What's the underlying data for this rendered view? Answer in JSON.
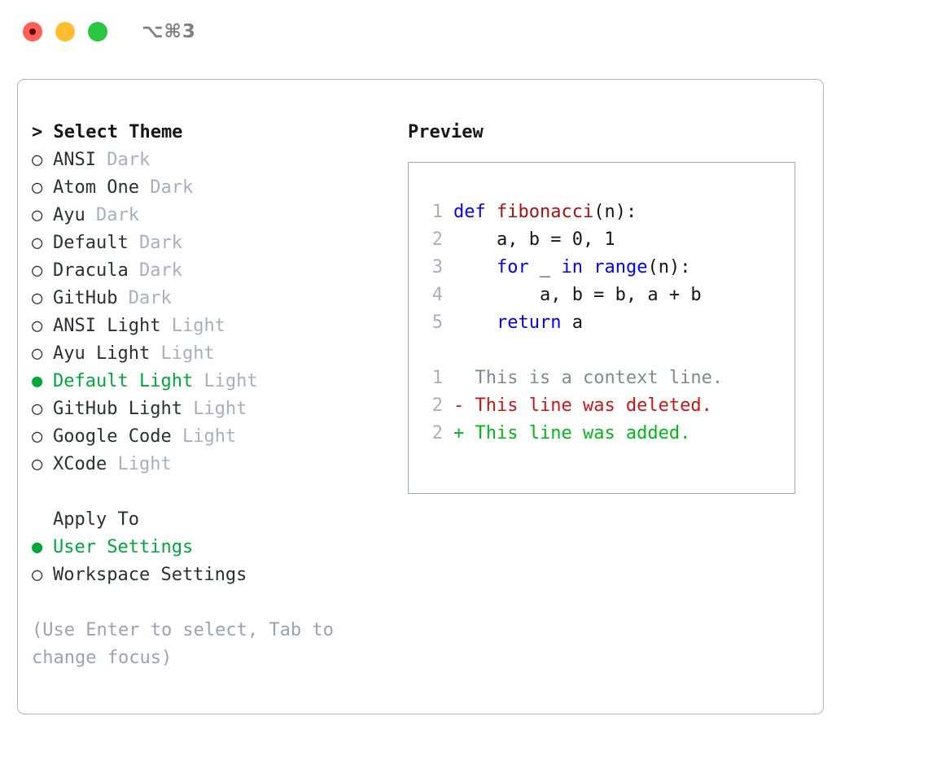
{
  "window": {
    "shortcut_title": "⌥⌘3",
    "traffic_lights": [
      "close",
      "minimize",
      "maximize"
    ]
  },
  "theme_panel": {
    "header": "> Select Theme",
    "bullet_selected": "●",
    "bullet_unselected": "○",
    "selected_color": "#00a838",
    "items": [
      {
        "name": "ANSI",
        "tag": "Dark",
        "selected": false
      },
      {
        "name": "Atom One",
        "tag": "Dark",
        "selected": false
      },
      {
        "name": "Ayu",
        "tag": "Dark",
        "selected": false
      },
      {
        "name": "Default",
        "tag": "Dark",
        "selected": false
      },
      {
        "name": "Dracula",
        "tag": "Dark",
        "selected": false
      },
      {
        "name": "GitHub",
        "tag": "Dark",
        "selected": false
      },
      {
        "name": "ANSI Light",
        "tag": "Light",
        "selected": false
      },
      {
        "name": "Ayu Light",
        "tag": "Light",
        "selected": false
      },
      {
        "name": "Default Light",
        "tag": "Light",
        "selected": true
      },
      {
        "name": "GitHub Light",
        "tag": "Light",
        "selected": false
      },
      {
        "name": "Google Code",
        "tag": "Light",
        "selected": false
      },
      {
        "name": "XCode",
        "tag": "Light",
        "selected": false
      }
    ]
  },
  "apply_to": {
    "header": "Apply To",
    "items": [
      {
        "name": "User Settings",
        "selected": true
      },
      {
        "name": "Workspace Settings",
        "selected": false
      }
    ]
  },
  "hint": {
    "line1": "(Use Enter to select, Tab to",
    "line2": "change focus)"
  },
  "preview": {
    "title": "Preview",
    "code_lines": [
      {
        "num": "1",
        "tokens": [
          {
            "t": "def ",
            "c": "kw"
          },
          {
            "t": "fibonacci",
            "c": "fn"
          },
          {
            "t": "(n):",
            "c": "plain"
          }
        ]
      },
      {
        "num": "2",
        "tokens": [
          {
            "t": "    a, b = 0, 1",
            "c": "plain"
          }
        ]
      },
      {
        "num": "3",
        "tokens": [
          {
            "t": "    ",
            "c": "plain"
          },
          {
            "t": "for",
            "c": "kw"
          },
          {
            "t": " _ ",
            "c": "plain"
          },
          {
            "t": "in",
            "c": "kw"
          },
          {
            "t": " ",
            "c": "plain"
          },
          {
            "t": "range",
            "c": "kw"
          },
          {
            "t": "(n):",
            "c": "plain"
          }
        ]
      },
      {
        "num": "4",
        "tokens": [
          {
            "t": "        a, b = b, a + b",
            "c": "plain"
          }
        ]
      },
      {
        "num": "5",
        "tokens": [
          {
            "t": "    ",
            "c": "plain"
          },
          {
            "t": "return",
            "c": "kw"
          },
          {
            "t": " a",
            "c": "plain"
          }
        ]
      }
    ],
    "diff_lines": [
      {
        "num": "1",
        "marker": "  ",
        "text": "This is a context line.",
        "kind": "ctx"
      },
      {
        "num": "2",
        "marker": "- ",
        "text": "This line was deleted.",
        "kind": "del"
      },
      {
        "num": "2",
        "marker": "+ ",
        "text": "This line was added.",
        "kind": "add"
      }
    ]
  }
}
